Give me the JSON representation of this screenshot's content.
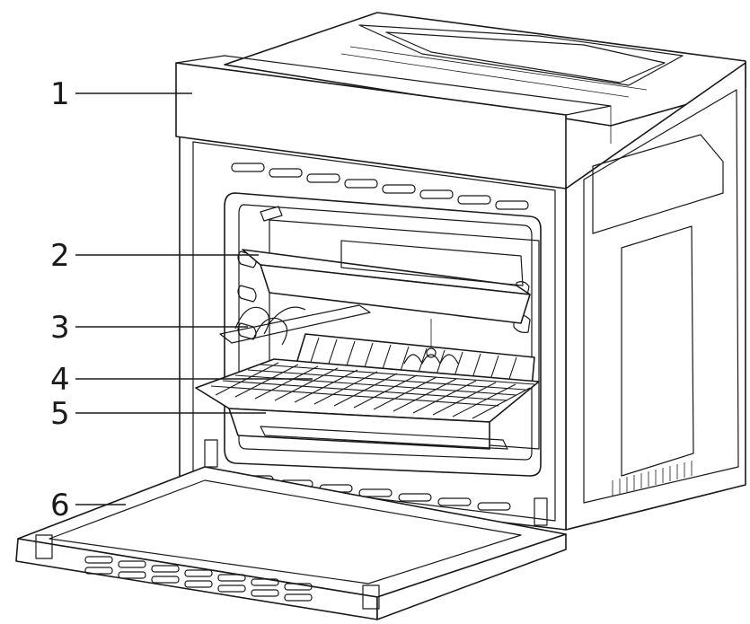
{
  "callouts": [
    {
      "label": "1"
    },
    {
      "label": "2"
    },
    {
      "label": "3"
    },
    {
      "label": "4"
    },
    {
      "label": "5"
    },
    {
      "label": "6"
    }
  ],
  "colors": {
    "line": "#1a1a1a",
    "background": "#ffffff"
  }
}
